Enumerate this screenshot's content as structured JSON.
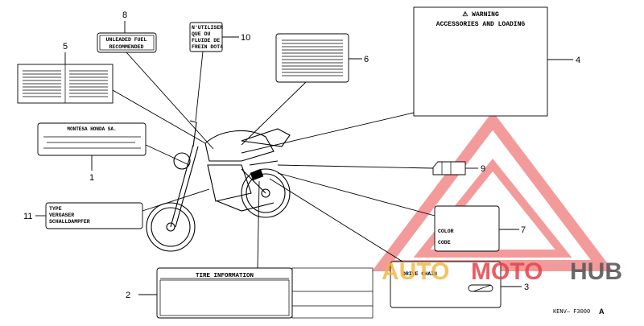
{
  "labels": {
    "l8": {
      "line1": "UNLEADED FUEL",
      "line2": "RECOMMENDED"
    },
    "l10": {
      "line1": "N'UTILISER",
      "line2": "QUE DU",
      "line3": "FLUIDE DE",
      "line4": "FREIN DOT4"
    },
    "l1": {
      "text": "MONTESA HONDA SA."
    },
    "l11": {
      "line1": "TYPE",
      "line2": "VERGASER",
      "line3": "SCHALLDAMPFER"
    },
    "l4": {
      "line1": "⚠ WARNING",
      "line2": "ACCESSORIES AND LOADING"
    },
    "l7": {
      "line1": "COLOR",
      "line2": "CODE"
    },
    "l2": {
      "text": "TIRE  INFORMATION"
    },
    "l3": {
      "text": "DRIVE CHAIN"
    }
  },
  "callouts": {
    "n1": "1",
    "n2": "2",
    "n3": "3",
    "n4": "4",
    "n5": "5",
    "n6": "6",
    "n7": "7",
    "n8": "8",
    "n9": "9",
    "n10": "10",
    "n11": "11"
  },
  "footer": {
    "code": "KENV—  F3000",
    "suffix": "A"
  },
  "watermark": {
    "part1": "AUTO",
    "part2": "MOTO",
    "part3": "HUB",
    "color_red": "#e8414a",
    "color_gold": "#f2b53a",
    "color_gray": "#5a5a5a"
  }
}
